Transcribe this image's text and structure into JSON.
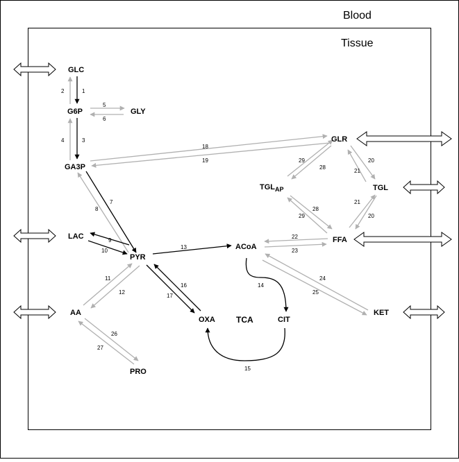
{
  "labels": {
    "blood": "Blood",
    "tissue": "Tissue",
    "tca": "TCA"
  },
  "nodes": {
    "glc": "GLC",
    "g6p": "G6P",
    "gly": "GLY",
    "ga3p": "GA3P",
    "lac": "LAC",
    "pyr": "PYR",
    "aa": "AA",
    "pro": "PRO",
    "acoa": "ACoA",
    "oxa": "OXA",
    "cit": "CIT",
    "glr": "GLR",
    "tgl_ap": "TGL",
    "tgl_ap_sub": "AP",
    "tgl": "TGL",
    "ffa": "FFA",
    "ket": "KET"
  },
  "fluxes": {
    "f1": "1",
    "f2": "2",
    "f3": "3",
    "f4": "4",
    "f5": "5",
    "f6": "6",
    "f7": "7",
    "f8": "8",
    "f9": "9",
    "f10": "10",
    "f11": "11",
    "f12": "12",
    "f13": "13",
    "f14": "14",
    "f15": "15",
    "f16": "16",
    "f17": "17",
    "f18": "18",
    "f19": "19",
    "f20a": "20",
    "f20b": "20",
    "f21a": "21",
    "f21b": "21",
    "f22": "22",
    "f23": "23",
    "f24": "24",
    "f25": "25",
    "f26": "26",
    "f27": "27",
    "f28a": "28",
    "f28b": "28",
    "f29a": "29",
    "f29b": "29"
  },
  "colors": {
    "active_flux": "#000000",
    "inactive_flux": "#b0b0b0"
  }
}
